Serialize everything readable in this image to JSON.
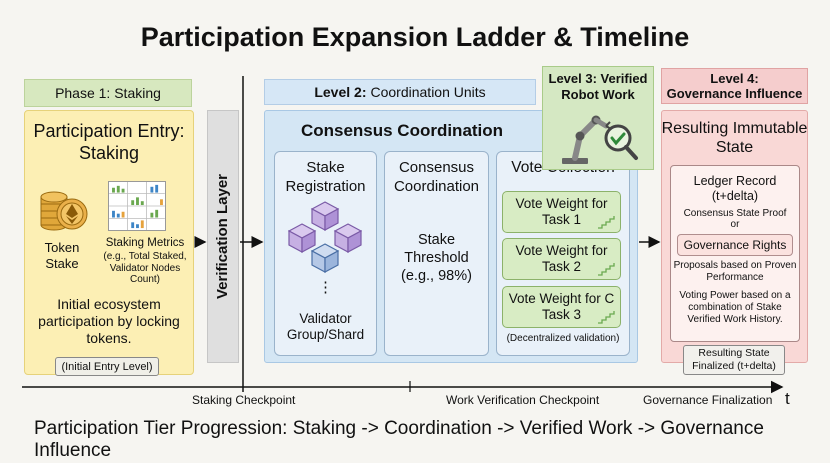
{
  "title": "Participation Expansion Ladder & Timeline",
  "phase1": {
    "tab": "Phase 1: Staking",
    "heading": "Participation Entry: Staking",
    "token_label": "Token Stake",
    "coin_icon": "ethereum-coin-stack-icon",
    "metrics_icon": "bar-chart-grid-icon",
    "metrics_title": "Staking Metrics",
    "metrics_detail": "(e.g., Total Staked, Validator Nodes Count)",
    "description": "Initial ecosystem participation by locking tokens.",
    "footer": "(Initial Entry Level)",
    "colors": {
      "fill": "#fcefb4",
      "tab": "#d7e8bf"
    }
  },
  "verification_layer": "Verification Layer",
  "level2": {
    "tab_level": "Level 2:",
    "tab_text": "Coordination Units",
    "heading": "Consensus Coordination",
    "stake_registration": "Stake Registration",
    "cube_icon": "validator-cubes-icon",
    "dots": "⋮",
    "validator_group": "Validator Group/Shard",
    "consensus_title": "Consensus Coordination",
    "threshold": "Stake Threshold (e.g., 98%)",
    "vote_title": "Vote Collection",
    "votes": [
      "Vote Weight for Task 1",
      "Vote Weight for Task 2",
      "Vote Weight for C Task 3"
    ],
    "vote_footer": "(Decentralized validation)",
    "colors": {
      "fill": "#d4e6f4",
      "vote": "#d8ecc4"
    }
  },
  "level3": {
    "title": "Level 3: Verified Robot Work",
    "icon": "robot-arm-verify-icon",
    "colors": {
      "fill": "#d5e8c3"
    }
  },
  "level4": {
    "tab_line1": "Level 4:",
    "tab_line2": "Governance Influence",
    "heading": "Resulting Immutable State",
    "ledger": "Ledger Record (t+delta)",
    "proof": "Consensus State Proof",
    "or": "or",
    "governance_rights": "Governance Rights",
    "proposals": "Proposals based on Proven Performance",
    "voting_power": "Voting Power based on a combination of Stake Verified Work History.",
    "footer": "Resulting State Finalized (t+delta)",
    "colors": {
      "fill": "#f9d8d6"
    }
  },
  "timeline": {
    "checkpoints": [
      "Staking Checkpoint",
      "Work Verification Checkpoint",
      "Governance Finalization"
    ],
    "axis_label": "t"
  },
  "footer": "Participation Tier Progression: Staking -> Coordination -> Verified Work -> Governance Influence"
}
